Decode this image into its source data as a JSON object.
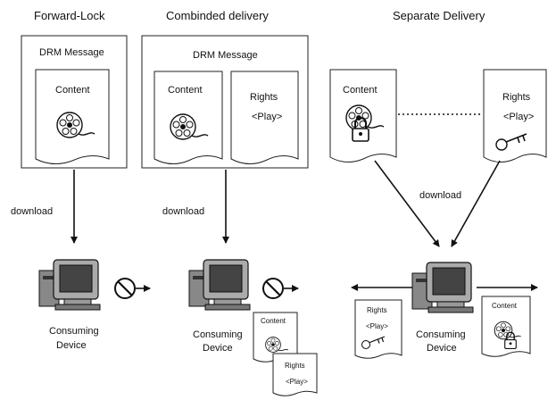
{
  "titles": {
    "forward_lock": "Forward-Lock",
    "combined": "Combinded delivery",
    "separate": "Separate Delivery"
  },
  "forward_lock": {
    "box_label": "DRM Message",
    "content_label": "Content",
    "download_label": "download",
    "device_label_1": "Consuming",
    "device_label_2": "Device"
  },
  "combined": {
    "box_label": "DRM Message",
    "content_label": "Content",
    "rights_label": "Rights",
    "play_label": "<Play>",
    "download_label": "download",
    "device_label_1": "Consuming",
    "device_label_2": "Device",
    "small_content_label": "Content",
    "small_rights_label": "Rights",
    "small_play_label": "<Play>"
  },
  "separate": {
    "content_label": "Content",
    "rights_label": "Rights",
    "play_label": "<Play>",
    "download_label": "download",
    "device_label_1": "Consuming",
    "device_label_2": "Device",
    "left_rights_label": "Rights",
    "left_play_label": "<Play>",
    "right_content_label": "Content"
  }
}
